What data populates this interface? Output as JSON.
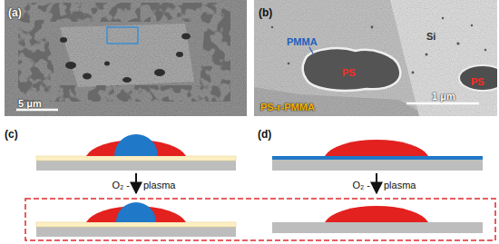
{
  "diagram": {
    "labels": [
      "(a)",
      "5 μm",
      "(b)",
      "PMMA",
      "Si",
      "PS",
      "PS",
      "PS-r-PMMA",
      "1 μm",
      "(c)",
      "(d)",
      "O₂ -",
      "plasma",
      "O₂ -",
      "plasma"
    ]
  }
}
